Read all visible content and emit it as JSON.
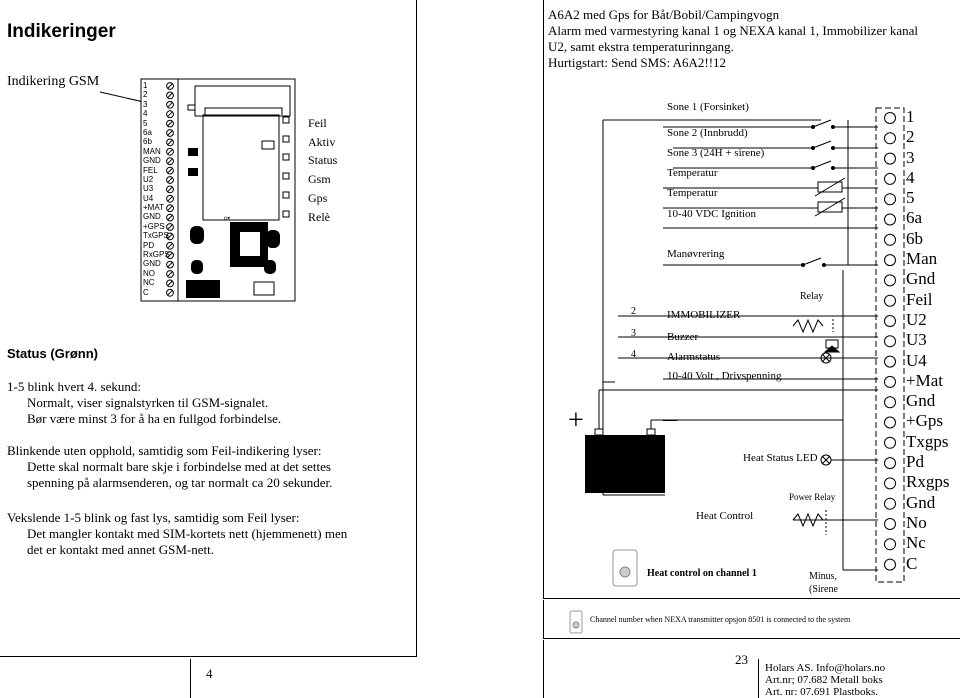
{
  "left": {
    "title": "Indikeringer",
    "gsm_label": "Indikering GSM",
    "board_terminals": [
      "1",
      "2",
      "3",
      "4",
      "5",
      "6a",
      "6b",
      "MAN",
      "GND",
      "FEL",
      "U2",
      "U3",
      "U4",
      "+MAT",
      "GND",
      "+GPS",
      "TxGPS",
      "PD",
      "RxGPS",
      "GND",
      "NO",
      "NC",
      "C"
    ],
    "leds": [
      "Feil",
      "Aktiv",
      "Status",
      "Gsm",
      "Gps",
      "Relè"
    ],
    "status_heading": "Status (Grønn)",
    "p1_line1": "1-5 blink hvert 4. sekund:",
    "p1_line2": "Normalt, viser signalstyrken til GSM-signalet.",
    "p1_line3": "Bør være minst 3 for å ha en fullgod forbindelse.",
    "p2_line1": "Blinkende uten opphold, samtidig som Feil-indikering lyser:",
    "p2_line2": "Dette skal normalt bare skje i forbindelse med at det settes",
    "p2_line3": "spenning på alarmsenderen, og tar normalt ca 20 sekunder.",
    "p3_line1": "Vekslende 1-5 blink og fast lys, samtidig som Feil lyser:",
    "p3_line2": "Det mangler kontakt med SIM-kortets nett (hjemmenett) men",
    "p3_line3": "det er kontakt med annet GSM-nett."
  },
  "right": {
    "head1": "A6A2 med Gps for Båt/Bobil/Campingvogn",
    "head2": "Alarm med varmestyring kanal 1 og NEXA kanal 1, Immobilizer kanal",
    "head3": "U2, samt ekstra temperaturinngang.",
    "head4": "Hurtigstart:  Send SMS: A6A2!!12",
    "wiring_labels": {
      "sone1": "Sone 1 (Forsinket)",
      "sone2": "Sone 2 (Innbrudd)",
      "sone3": "Sone 3 (24H + sirene)",
      "temp1": "Temperatur",
      "temp2": "Temperatur",
      "ignition": "10-40 VDC Ignition",
      "manovrering": "Manøvrering",
      "immobilizer": "IMMOBILIZER",
      "buzzer": "Buzzer",
      "alarmstatus": "Alarmstatus",
      "volt": "10-40 Volt , Drivspenning",
      "relay": "Relay",
      "heat_led": "Heat Status LED",
      "power_relay": "Power Relay",
      "heat_control": "Heat Control",
      "heat_channel": "Heat control on channel 1",
      "minus": "Minus,",
      "sirene": "(Sirene",
      "plus": "+",
      "minus_sign": "–",
      "num2": "2",
      "num3": "3",
      "num4": "4"
    },
    "terminals": [
      "1",
      "2",
      "3",
      "4",
      "5",
      "6a",
      "6b",
      "Man",
      "Gnd",
      "Feil",
      "U2",
      "U3",
      "U4",
      "+Mat",
      "Gnd",
      "+Gps",
      "Txgps",
      "Pd",
      "Rxgps",
      "Gnd",
      "No",
      "Nc",
      "C"
    ],
    "nexa_note": "Channel number when NEXA transmitter opsjon 8501 is connected to the system"
  },
  "footer": {
    "left_page": "4",
    "right_page": "23",
    "company": "Holars AS.  Info@holars.no",
    "art1": "Art.nr;  07.682  Metall boks",
    "art2": "Art. nr: 07.691  Plastboks."
  }
}
